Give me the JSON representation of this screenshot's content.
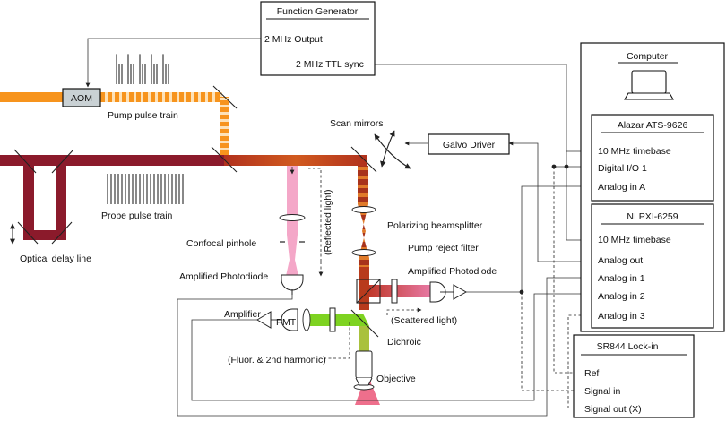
{
  "title": "",
  "laser_colors": {
    "pump": "#f7941d",
    "probe": "#8b1a2b",
    "pink": "#f4a7c8",
    "green": "#7ed321"
  },
  "labels": {
    "aom": "AOM",
    "pump_train": "Pump pulse train",
    "probe_train": "Probe pulse train",
    "delay_line": "Optical delay line",
    "scan_mirrors": "Scan mirrors",
    "galvo_driver": "Galvo Driver",
    "confocal_pinhole": "Confocal pinhole",
    "reflected_light": "(Reflected light)",
    "pbs": "Polarizing beamsplitter",
    "pump_reject": "Pump reject filter",
    "amp_pd_top": "Amplified Photodiode",
    "amp_pd_left": "Amplified Photodiode",
    "scattered": "(Scattered light)",
    "amplifier": "Amplifier",
    "pmt": "PMT",
    "dichroic": "Dichroic",
    "fluor": "(Fluor. & 2nd harmonic)",
    "objective": "Objective"
  },
  "function_generator": {
    "title": "Function Generator",
    "out1": "2 MHz Output",
    "out2": "2 MHz TTL sync"
  },
  "computer": {
    "title": "Computer",
    "alazar": {
      "title": "Alazar ATS-9626",
      "ports": [
        "10 MHz timebase",
        "Digital I/O 1",
        "Analog in A"
      ]
    },
    "ni": {
      "title": "NI PXI-6259",
      "ports": [
        "10 MHz timebase",
        "Analog out",
        "Analog in 1",
        "Analog in 2",
        "Analog in 3"
      ]
    }
  },
  "lockin": {
    "title": "SR844 Lock-in",
    "ports": [
      "Ref",
      "Signal in",
      "Signal out (X)"
    ]
  }
}
